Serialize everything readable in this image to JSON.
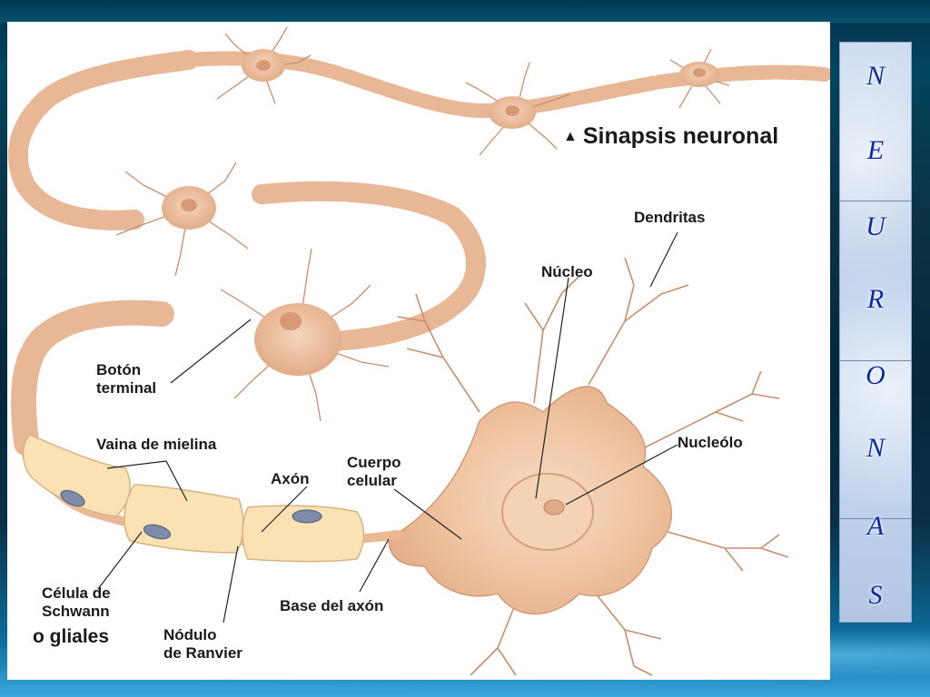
{
  "diagram": {
    "title": "Sinapsis neuronal",
    "labels": {
      "dendritas": "Dendritas",
      "nucleo": "Núcleo",
      "nucleolo": "Nucleólo",
      "boton_terminal": "Botón\nterminal",
      "vaina_mielina": "Vaina de mielina",
      "axon": "Axón",
      "cuerpo_celular": "Cuerpo\ncelular",
      "celula_schwann": "Célula de\nSchwann",
      "o_gliales": "o gliales",
      "nodulo_ranvier": "Nódulo\nde Ranvier",
      "base_axon": "Base del axón"
    },
    "colors": {
      "cell": "#f1c9a8",
      "cell_dark": "#d9a07c",
      "myelin": "#fbe2b4",
      "schwann_nucleus": "#7d8aa8"
    }
  },
  "side_title": {
    "letters": [
      "N",
      "E",
      "U",
      "R",
      "O",
      "N",
      "A",
      "S"
    ]
  }
}
